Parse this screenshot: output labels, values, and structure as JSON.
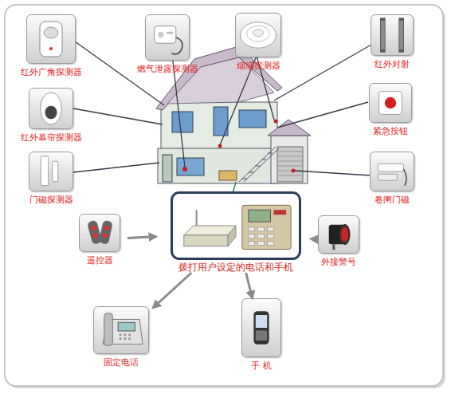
{
  "diagram": {
    "nodes": [
      {
        "text": [
          "红外广角探测器"
        ]
      },
      {
        "text": [
          "燃气泄露探测器"
        ]
      },
      {
        "text": [
          "烟感探测器"
        ]
      },
      {
        "text": [
          "红外对射"
        ]
      },
      {
        "text": [
          "红外幕帘探测器"
        ]
      },
      {
        "text": [
          "紧急按钮"
        ]
      },
      {
        "text": [
          "门磁探测器"
        ]
      },
      {
        "text": [
          "卷闸门磁"
        ]
      },
      {
        "text": [
          "遥控器"
        ]
      },
      {
        "text": [
          "拨打用户设定的电话和手机"
        ]
      },
      {
        "text": [
          "外接警号"
        ]
      },
      {
        "text": [
          "固定电话"
        ]
      },
      {
        "text": [
          "手 机"
        ]
      }
    ],
    "edges": [
      {
        "from": 8,
        "to": 9,
        "arrow": "to"
      },
      {
        "from": 9,
        "to": 10,
        "arrow": "to"
      },
      {
        "from": 9,
        "to": 11,
        "arrow": "to"
      },
      {
        "from": 9,
        "to": 12,
        "arrow": "to"
      }
    ]
  }
}
